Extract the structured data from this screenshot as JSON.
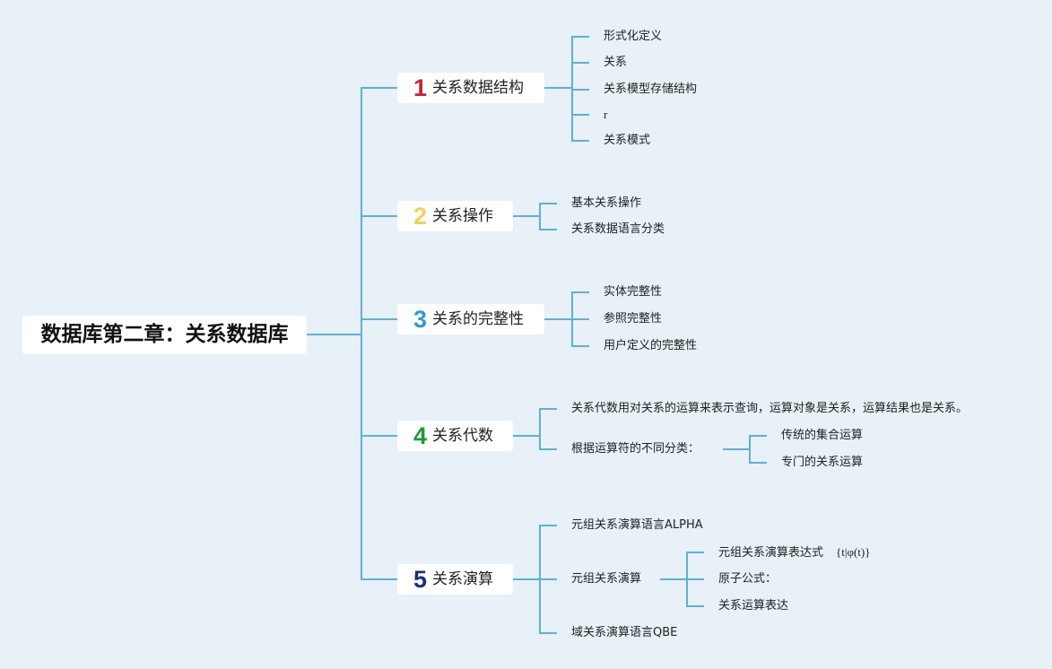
{
  "root": "数据库第二章：关系数据库",
  "sections": [
    {
      "num": "1",
      "label": "关系数据结构",
      "color": "#d01e34",
      "items": [
        "形式化定义",
        "关系",
        "关系模型存储结构",
        "r",
        "关系模式"
      ]
    },
    {
      "num": "2",
      "label": "关系操作",
      "color": "#f2d15a",
      "items": [
        "基本关系操作",
        "关系数据语言分类"
      ]
    },
    {
      "num": "3",
      "label": "关系的完整性",
      "color": "#2c9bd6",
      "items": [
        "实体完整性",
        "参照完整性",
        "用户定义的完整性"
      ]
    },
    {
      "num": "4",
      "label": "关系代数",
      "color": "#1c9a3a",
      "items": [
        "关系代数用对关系的运算来表示查询，运算对象是关系，运算结果也是关系。",
        "根据运算符的不同分类："
      ],
      "sub_items": [
        "传统的集合运算",
        "专门的关系运算"
      ]
    },
    {
      "num": "5",
      "label": "关系演算",
      "color": "#1f2c7c",
      "items": [
        "元组关系演算语言ALPHA",
        "元组关系演算",
        "域关系演算语言QBE"
      ],
      "sub_items": [
        "元组关系演算表达式",
        "原子公式：",
        "关系运算表达"
      ],
      "formula": "{t|φ(t)}"
    }
  ]
}
